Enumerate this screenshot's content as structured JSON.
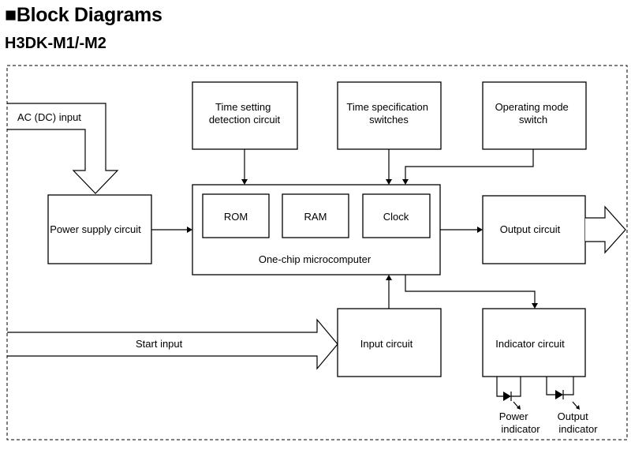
{
  "header": {
    "title": "Block Diagrams",
    "subtitle": "H3DK-M1/-M2"
  },
  "blocks": {
    "time_setting": [
      "Time setting",
      "detection circuit"
    ],
    "time_spec": [
      "Time specification",
      "switches"
    ],
    "op_mode": [
      "Operating mode",
      "switch"
    ],
    "power_supply": "Power supply circuit",
    "rom": "ROM",
    "ram": "RAM",
    "clock": "Clock",
    "microcomputer": "One-chip microcomputer",
    "output_circuit": "Output circuit",
    "input_circuit": "Input circuit",
    "indicator_circuit": "Indicator circuit"
  },
  "signals": {
    "ac_dc_input": "AC (DC) input",
    "start_input": "Start input",
    "power_indicator": [
      "Power",
      "indicator"
    ],
    "output_indicator": [
      "Output",
      "indicator"
    ]
  }
}
